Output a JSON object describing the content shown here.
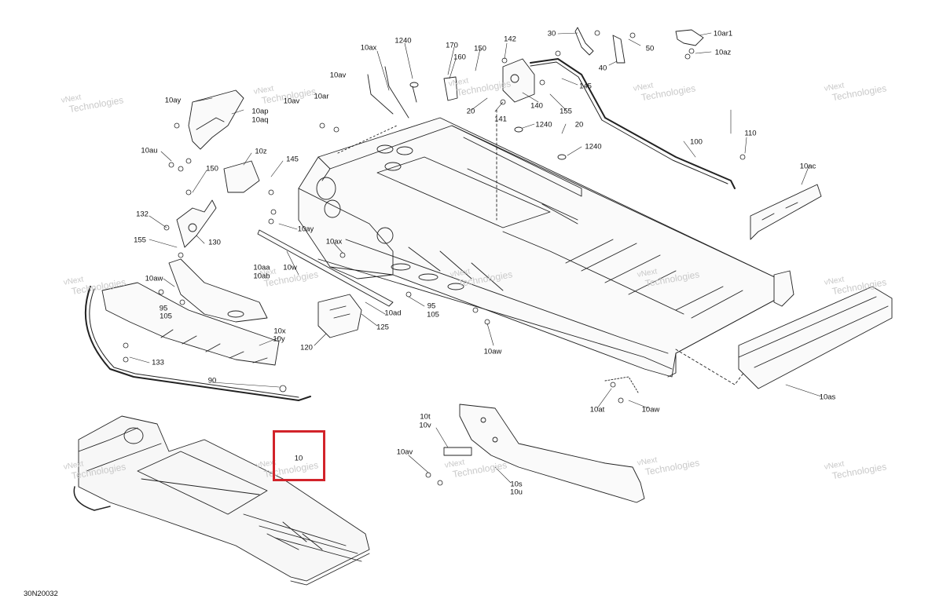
{
  "diagram": {
    "code": "30N20032",
    "highlight_color": "#d2232a",
    "highlight_label": "10",
    "watermark_line1": "vNext",
    "watermark_line2": "Technologies",
    "callouts": [
      "10ax",
      "1240",
      "170",
      "160",
      "150",
      "142",
      "30",
      "50",
      "40",
      "10ar1",
      "10az",
      "10av",
      "10ay",
      "10ap",
      "10aq",
      "10av",
      "10ar",
      "145",
      "140",
      "155",
      "20",
      "141",
      "1240",
      "20",
      "1240",
      "100",
      "110",
      "10au",
      "10z",
      "150",
      "145",
      "10ac",
      "132",
      "155",
      "130",
      "10ay",
      "10ax",
      "10aa",
      "10ab",
      "10w",
      "10aw",
      "95",
      "105",
      "95",
      "105",
      "10ad",
      "125",
      "120",
      "10x",
      "10y",
      "133",
      "10aw",
      "90",
      "10at",
      "10aw",
      "10as",
      "10t",
      "10v",
      "10av",
      "10s",
      "10u"
    ]
  }
}
